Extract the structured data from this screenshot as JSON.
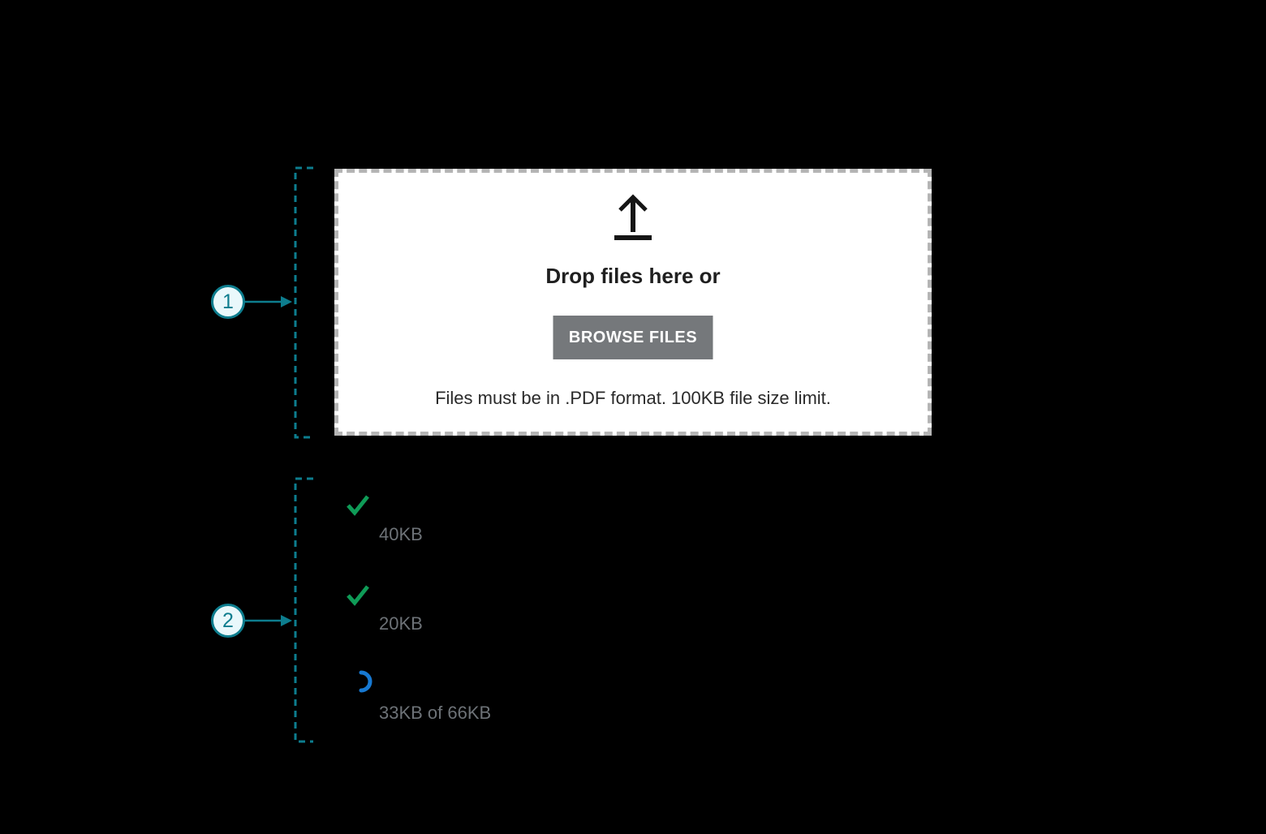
{
  "colors": {
    "background": "#000000",
    "accent_teal": "#0d7d8e",
    "success_green": "#0f9b57",
    "progress_blue": "#1779d2",
    "muted_text": "#6d7277",
    "button_gray": "#75787b",
    "dropzone_border_gray": "#b5b5b5",
    "dropzone_background": "#ffffff",
    "dark_text": "#1f1f1f"
  },
  "annotations": [
    {
      "number": "1"
    },
    {
      "number": "2"
    }
  ],
  "dropzone": {
    "icon": "upload-arrow-icon",
    "title": "Drop files here or",
    "browse_button_label": "BROWSE FILES",
    "helper_text": "Files must be in .PDF format. 100KB file size limit."
  },
  "file_list": {
    "items": [
      {
        "icon": "check-icon",
        "status": "complete",
        "size_label": "40KB"
      },
      {
        "icon": "check-icon",
        "status": "complete",
        "size_label": "20KB"
      },
      {
        "icon": "spinner-icon",
        "status": "uploading",
        "size_label": "33KB of 66KB"
      }
    ]
  }
}
